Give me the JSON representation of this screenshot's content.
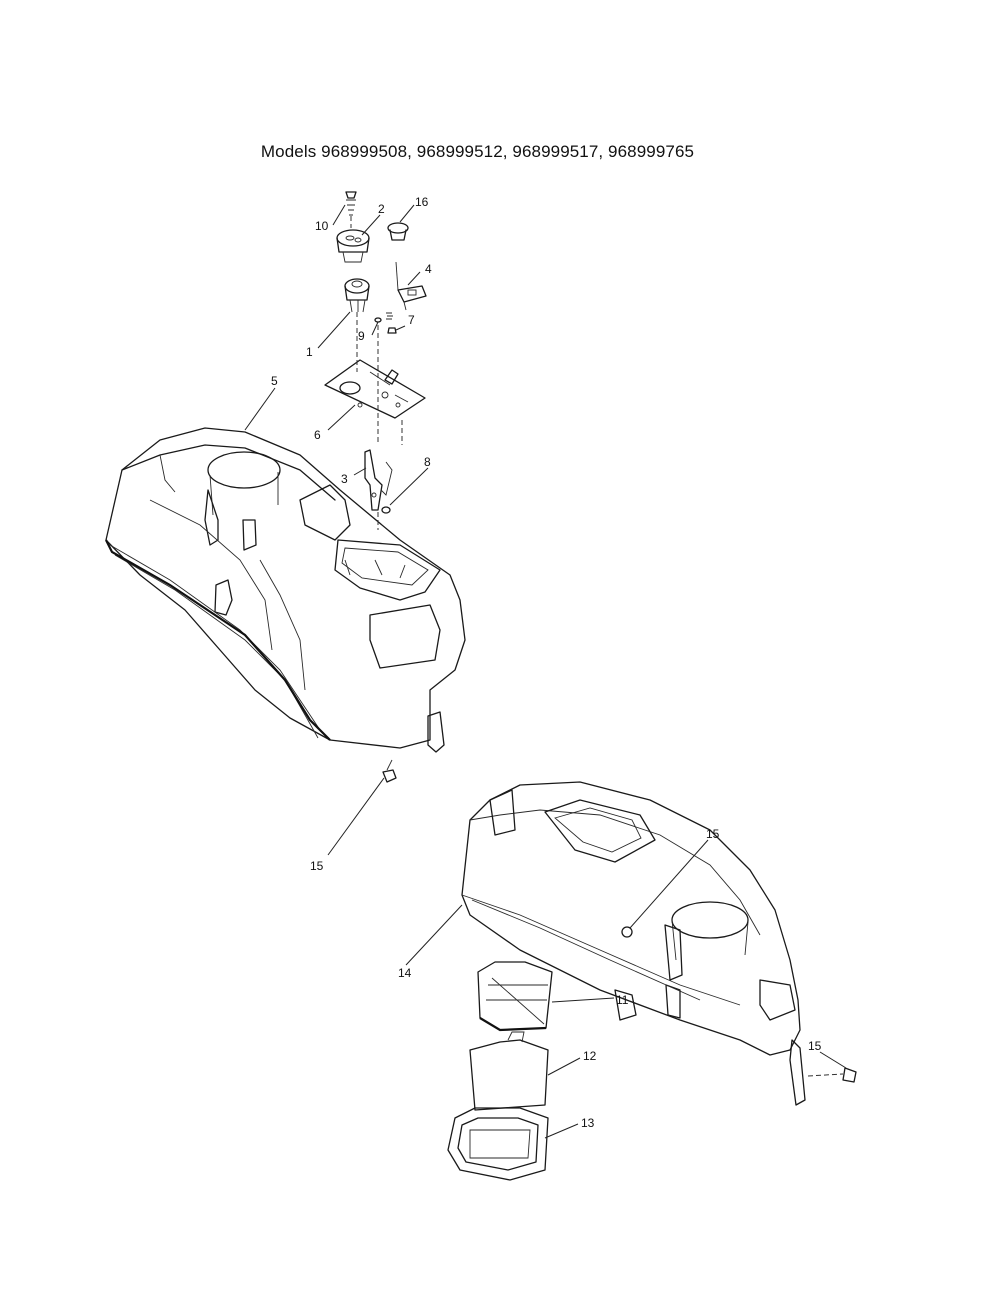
{
  "title": "Models 968999508, 968999512, 968999517, 968999765",
  "labels": {
    "p1": "1",
    "p2": "2",
    "p3": "3",
    "p4": "4",
    "p5": "5",
    "p6": "6",
    "p7": "7",
    "p8": "8",
    "p9": "9",
    "p10": "10",
    "p11": "11",
    "p12": "12",
    "p13": "13",
    "p14": "14",
    "p15a": "15",
    "p15b": "15",
    "p15c": "15",
    "p16": "16"
  }
}
